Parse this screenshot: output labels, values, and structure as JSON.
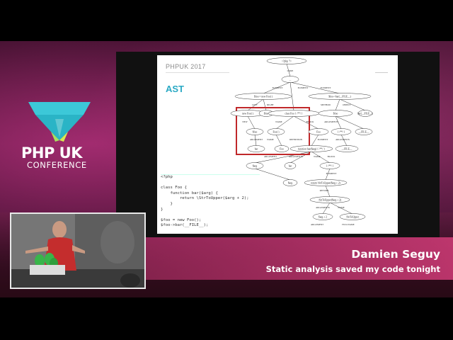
{
  "event": {
    "name": "PHP UK",
    "subtitle": "CONFERENCE"
  },
  "slide": {
    "header": "PHPUK 2017",
    "title": "AST",
    "code_lines": [
      "<?php",
      "",
      "class Foo {",
      "    function bar($arg) {",
      "        return \\StrToUpper($arg + 2);",
      "    }",
      "}",
      "",
      "$foo = new Foo();",
      "$foo->bar(__FILE__);"
    ],
    "ast": {
      "nodes": [
        "<?php '?>",
        "...",
        "$foo = new Foo( )",
        "$foo->bar(__FILE__)",
        "new Foo( )",
        "$foo",
        "class Foo { /**/ }",
        "$foo",
        "bar(__FILE__)",
        "$foo",
        "Foo( )",
        "Foo",
        "{ /**/ }",
        "__FILE__",
        "bar",
        "function bar($arg) { /**/ }",
        "__FILE__",
        "Foo",
        "$arg",
        "bar",
        "{ /**/ }",
        "$arg",
        "return \\StrToUpper($arg + 2)",
        "\\StrToUpper($arg + 2)",
        "$arg + 2",
        "\\StrToUpper"
      ],
      "edge_labels": [
        "CODE",
        "ELEMENT",
        "ELEMENT",
        "ELEMENT",
        "RIGHT",
        "LEFT",
        "METHOD",
        "OBJECT",
        "NEW",
        "NAME",
        "BLOCK",
        "ARGUMENTS",
        "ARGUMENT",
        "DEFINITION",
        "ELEMENT",
        "ARGUMENTS",
        "NAME",
        "ARGUMENTS",
        "NAME",
        "BLOCK",
        "ARGUMENT",
        "ELEMENT",
        "RETURN",
        "ARGUMENTS",
        "NAME",
        "ARGUMENT",
        "FULLNAME"
      ]
    }
  },
  "lower_third": {
    "speaker": "Damien Seguy",
    "talk": "Static analysis saved my code tonight"
  },
  "colors": {
    "accent": "#2aa9c4",
    "highlight_box": "#c0282a",
    "brand_pink": "#c8347a"
  }
}
